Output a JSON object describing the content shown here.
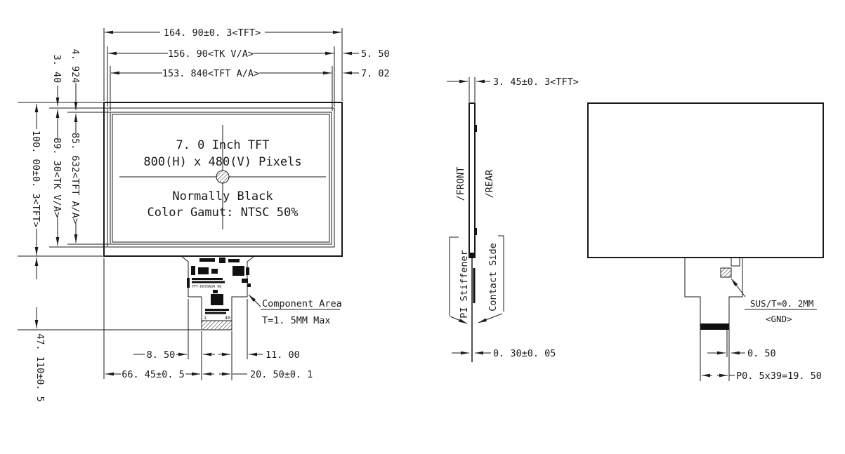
{
  "front_view": {
    "top_dims": {
      "tft_width": "164. 90±0. 3<TFT>",
      "tk_width": "156. 90<TK V/A>",
      "tk_right_margin": "5. 50",
      "aa_width": "153. 840<TFT A/A>",
      "aa_right_margin": "7. 02"
    },
    "left_dims": {
      "aa_top_offset": "4. 924",
      "tk_top_offset": "3. 40",
      "aa_height": "85. 632<TFT A/A>",
      "tk_height": "89. 30<TK V/A>",
      "tft_height": "100. 00±0. 3<TFT>",
      "tail_length": "47. 110±0. 5"
    },
    "bottom_dims": {
      "fpc_left_offset": "8. 50",
      "fpc_right_offset": "11. 00",
      "fpc_x_offset": "66. 45±0. 5",
      "fpc_width": "20. 50±0. 1"
    },
    "screen": {
      "line1": "7. 0 Inch TFT",
      "line2": "800(H) x 480(V) Pixels",
      "line3": "Normally Black",
      "line4": "Color Gamut: NTSC 50%"
    },
    "fpc": {
      "part_number": "TFT-H070A34 V0",
      "pin_first": "1",
      "pin_last": "40"
    },
    "component_note": {
      "line1": "Component Area",
      "line2": "T=1. 5MM Max"
    }
  },
  "side_view": {
    "thickness_dim": "3. 45±0. 3<TFT>",
    "front_label": "/FRONT",
    "rear_label": "/REAR",
    "stiffener_label": "PI Stiffener",
    "contact_label": "Contact Side",
    "fpc_thickness_dim": "0. 30±0. 05"
  },
  "rear_view": {
    "sus_note": "SUS/T=0. 2MM",
    "gnd_note": "<GND>",
    "contact_width_dim": "0. 50",
    "pitch_dim": "P0. 5x39=19. 50"
  },
  "colors": {
    "line": "#1a1a1a",
    "background": "#ffffff"
  }
}
